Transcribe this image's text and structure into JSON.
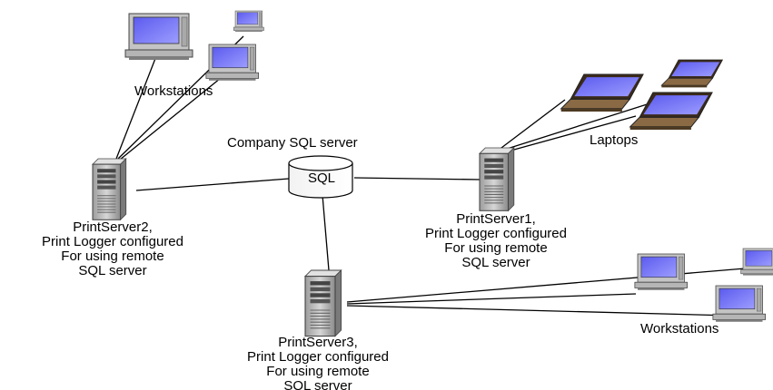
{
  "labels": {
    "workstations_top": "Workstations",
    "laptops": "Laptops",
    "sql_server_title": "Company SQL server",
    "sql_badge": "SQL",
    "workstations_bottom": "Workstations"
  },
  "servers": {
    "ps1": [
      "PrintServer1,",
      "Print Logger configured",
      "For using remote",
      "SQL server"
    ],
    "ps2": [
      "PrintServer2,",
      "Print Logger configured",
      "For using remote",
      "SQL server"
    ],
    "ps3": [
      "PrintServer3,",
      "Print Logger configured",
      "For using remote",
      "SQL server"
    ]
  },
  "colors": {
    "screen": "#6f6ff2",
    "case": "#bcbcbc",
    "case_dark": "#7a7a7a",
    "laptop_base": "#8a6a44",
    "line": "#000000"
  }
}
